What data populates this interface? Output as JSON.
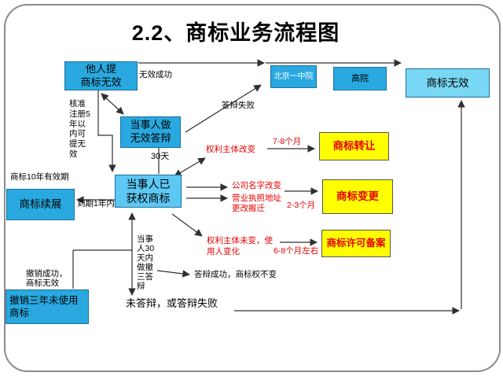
{
  "title": "2.2、商标业务流程图",
  "colors": {
    "box_blue": "#29a9e0",
    "box_light_blue": "#5cc8f3",
    "box_lighter_blue": "#78d7f3",
    "box_yellow": "#ffff00",
    "red_text": "#e60000",
    "line_color": "#303030",
    "slide_border": "#8c8c8c"
  },
  "boxes": {
    "taren": {
      "label": "他人提\n商标无效"
    },
    "wuxiao_dabian": {
      "label": "当事人做\n无效答辩"
    },
    "huoquan": {
      "label": "当事人已\n获权商标"
    },
    "beijing": {
      "label": "北京一中院"
    },
    "gaoyuan": {
      "label": "高院"
    },
    "shangbiao_wuxiao": {
      "label": "商标无效"
    },
    "xuzhan": {
      "label": "商标续展"
    },
    "chexiao_sannian": {
      "label": "撤销三年未使用\n商标"
    },
    "zhuanrang": {
      "label": "商标转让"
    },
    "biangeng": {
      "label": "商标变更"
    },
    "xuke_beian": {
      "label": "商标许可备案"
    }
  },
  "labels": {
    "wuxiao_chenggong": "无效成功",
    "dabian_shibai": "答辩失败",
    "hezhun_zhuce": "核准\n注册5\n年以\n内可\n提无\n效",
    "tian_30": "30天",
    "youxiao_qi": "商标10年有效期",
    "daoqi_1nian": "到期1年内",
    "chesan_dabian": "当事\n人30\n天内\n做撤\n三答\n辩",
    "chexiao_chenggong": "撤销成功，\n商标无效",
    "wei_dabian": "未答辩，或答辩失败",
    "dabian_chenggong": "答辩成功，商标权不变",
    "quanli_gaibian": "权利主体改变",
    "yue_7_8": "7-8个月",
    "gongsi_gaibian": "公司名字改变",
    "yingye_dizhi": "营业执照地址",
    "genggai_banqian": "更改搬迁",
    "yue_2_3": "2-3个月",
    "quanli_weibian": "权利主体未变，使\n用人变化",
    "yue_6_8": "6-8个月左右"
  }
}
